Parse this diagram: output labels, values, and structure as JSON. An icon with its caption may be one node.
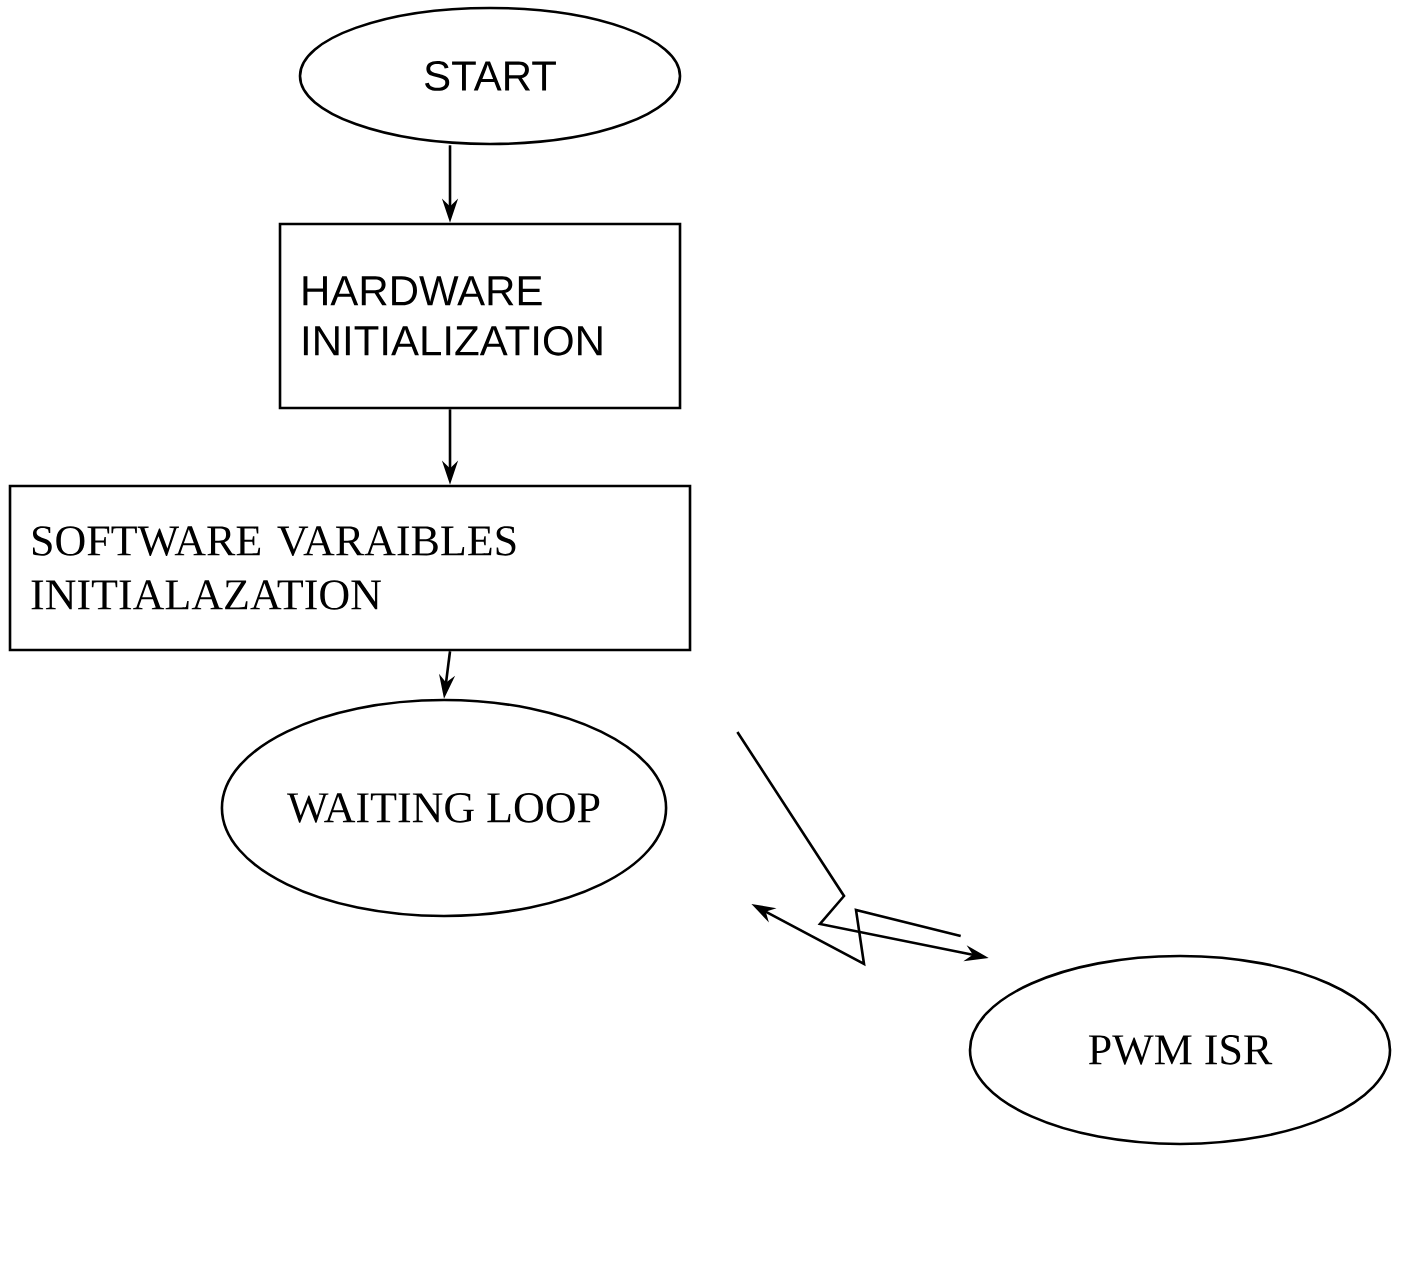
{
  "diagram": {
    "nodes": [
      {
        "text": [
          "START"
        ]
      },
      {
        "text": [
          "HARDWARE INITIALIZATION"
        ]
      },
      {
        "text": [
          "SOFTWARE VARAIBLES INITIALAZATION"
        ]
      },
      {
        "text": [
          "WAITING LOOP"
        ]
      },
      {
        "text": [
          "PWM ISR"
        ]
      }
    ],
    "edges": [
      {
        "from": 0,
        "to": 1,
        "arrow": "to"
      },
      {
        "from": 1,
        "to": 2,
        "arrow": "to"
      },
      {
        "from": 2,
        "to": 3,
        "arrow": "to"
      },
      {
        "from": 3,
        "to": 4,
        "arrow": "to"
      },
      {
        "from": 4,
        "to": 3,
        "arrow": "to"
      }
    ]
  }
}
